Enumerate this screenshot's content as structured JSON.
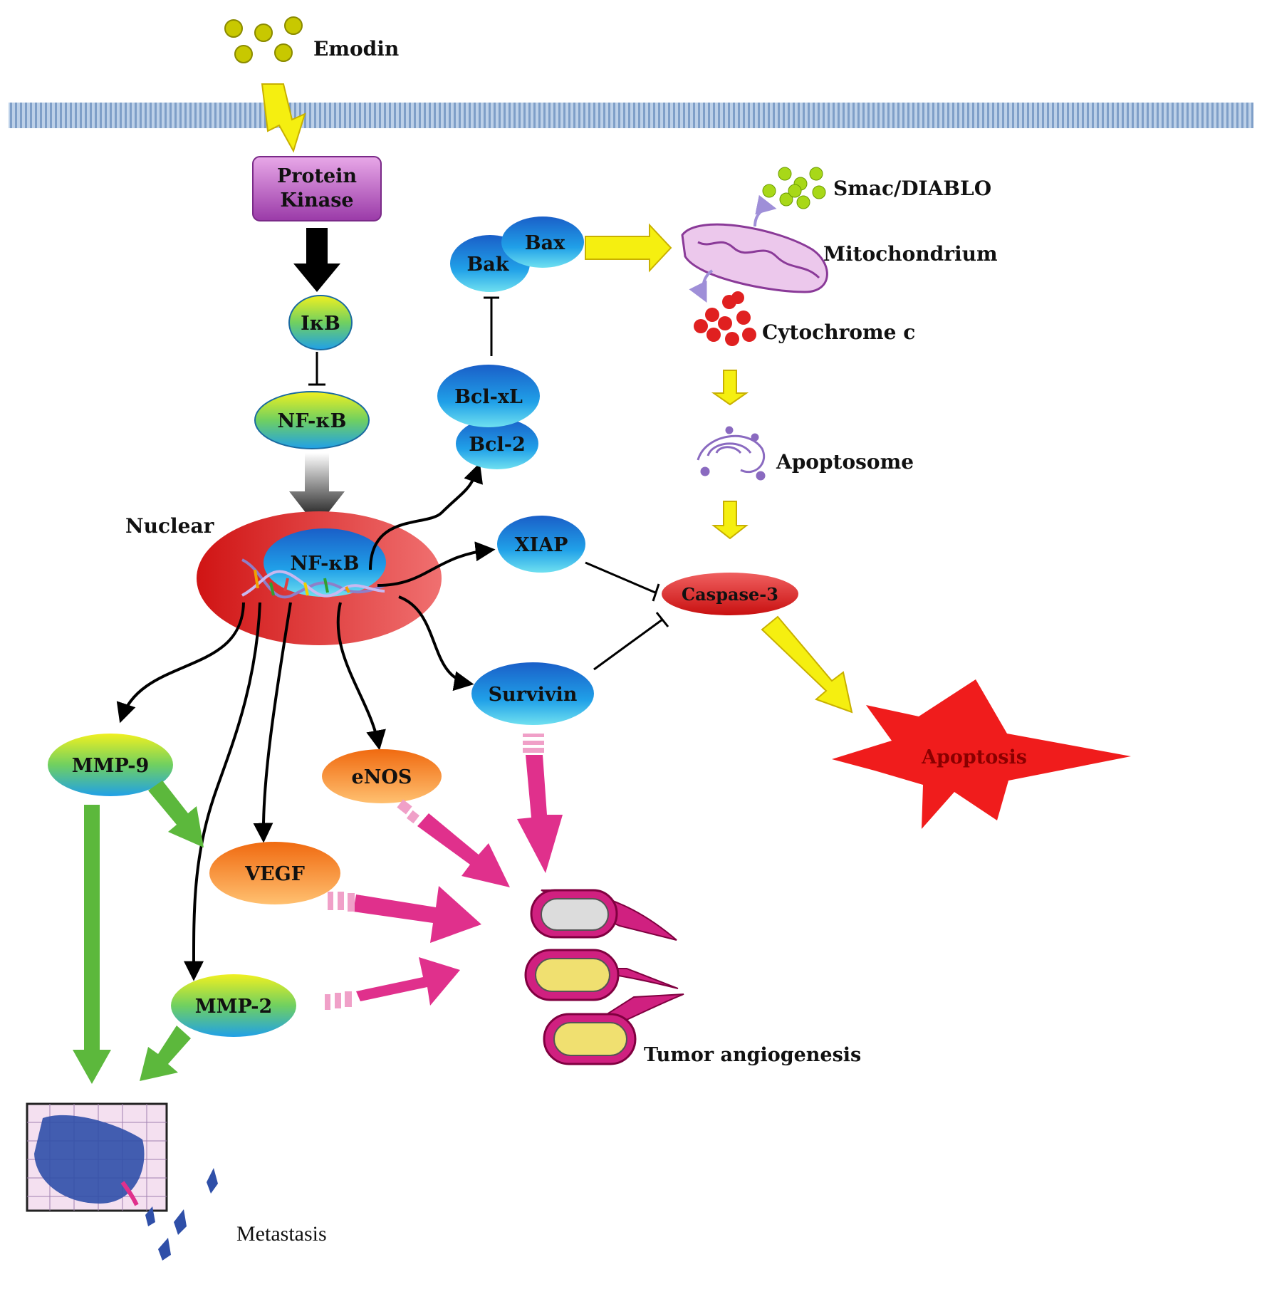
{
  "labels": {
    "emodin": "Emodin",
    "protein_kinase_line1": "Protein",
    "protein_kinase_line2": "Kinase",
    "ikb": "IκB",
    "nfkb": "NF-κB",
    "nuclear": "Nuclear",
    "nfkb_nuclear": "NF-κB",
    "bax": "Bax",
    "bak": "Bak",
    "bclxl": "Bcl-xL",
    "bcl2": "Bcl-2",
    "smac": "Smac/DIABLO",
    "mitochondrium": "Mitochondrium",
    "cytochrome_c": "Cytochrome c",
    "apoptosome": "Apoptosome",
    "xiap": "XIAP",
    "caspase3": "Caspase-3",
    "survivin": "Survivin",
    "apoptosis": "Apoptosis",
    "mmp9": "MMP-9",
    "enos": "eNOS",
    "vegf": "VEGF",
    "mmp2": "MMP-2",
    "tumor_angiogenesis": "Tumor angiogenesis",
    "metastasis": "Metastasis"
  },
  "colors": {
    "emodin_dot": "#c8c800",
    "protein_kinase": "#b44fb4",
    "nucleus_red": "#d81d1d",
    "blue_node": "#1a7fd6",
    "yellow_arrow": "#f5ef10",
    "pink_arrow": "#e0308c",
    "green_arrow": "#5cb83c",
    "orange_node": "#f08a24",
    "apoptosis_star": "#f01c1c",
    "caspase": "#d61e1e"
  }
}
